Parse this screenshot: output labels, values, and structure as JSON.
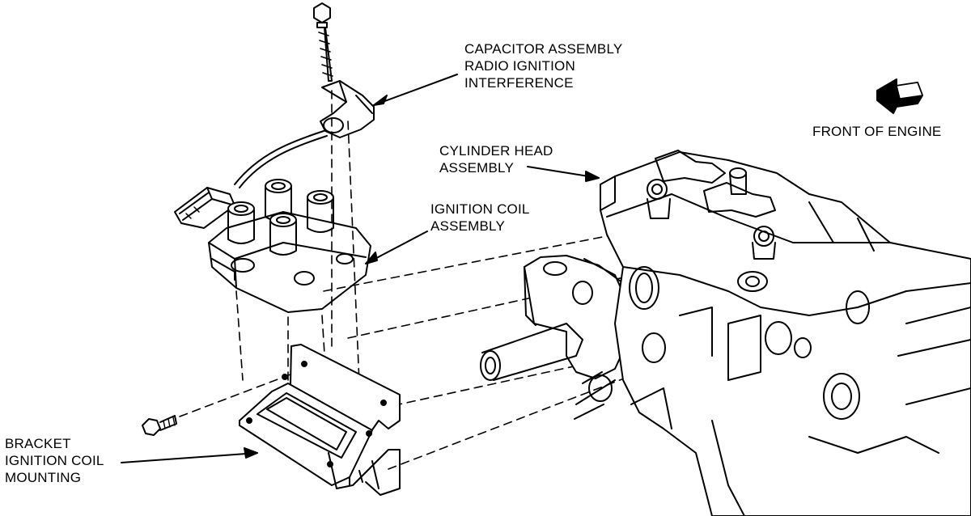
{
  "labels": {
    "capacitor": [
      "CAPACITOR ASSEMBLY",
      "RADIO IGNITION",
      "INTERFERENCE"
    ],
    "front": [
      "FRONT OF ENGINE"
    ],
    "cylinder_head": [
      "CYLINDER HEAD",
      "ASSEMBLY"
    ],
    "ignition_coil": [
      "IGNITION COIL",
      "ASSEMBLY"
    ],
    "bracket": [
      "BRACKET",
      "IGNITION COIL",
      "MOUNTING"
    ]
  },
  "icons": {
    "front_arrow": "arrow-icon"
  },
  "colors": {
    "line": "#000000",
    "background": "#ffffff"
  }
}
